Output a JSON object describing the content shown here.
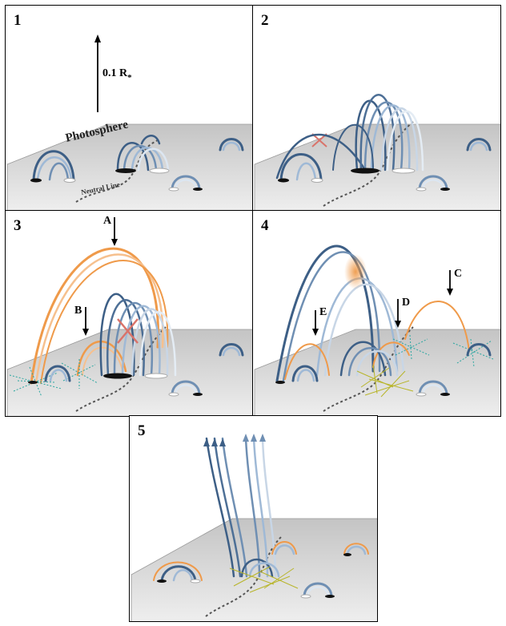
{
  "panels": [
    {
      "number": "1"
    },
    {
      "number": "2"
    },
    {
      "number": "3"
    },
    {
      "number": "4"
    },
    {
      "number": "5"
    }
  ],
  "labels": {
    "scale": "0.1 R",
    "scale_sub": "*",
    "photosphere": "Photosphere",
    "neutral_line": "Neutral Line",
    "A": "A",
    "B": "B",
    "C": "C",
    "D": "D",
    "E": "E"
  },
  "colors": {
    "loop_dark": "#3d5f86",
    "loop_light": "#9fb9d6",
    "loop_white": "#e8eef5",
    "orange": "#ef9a4a",
    "plane_top": "#c9c9c9",
    "plane_bottom": "#f2f2f2",
    "cyan": "#2aa6a0",
    "yellow": "#b8b52a",
    "reconnection": "#d9736a"
  }
}
